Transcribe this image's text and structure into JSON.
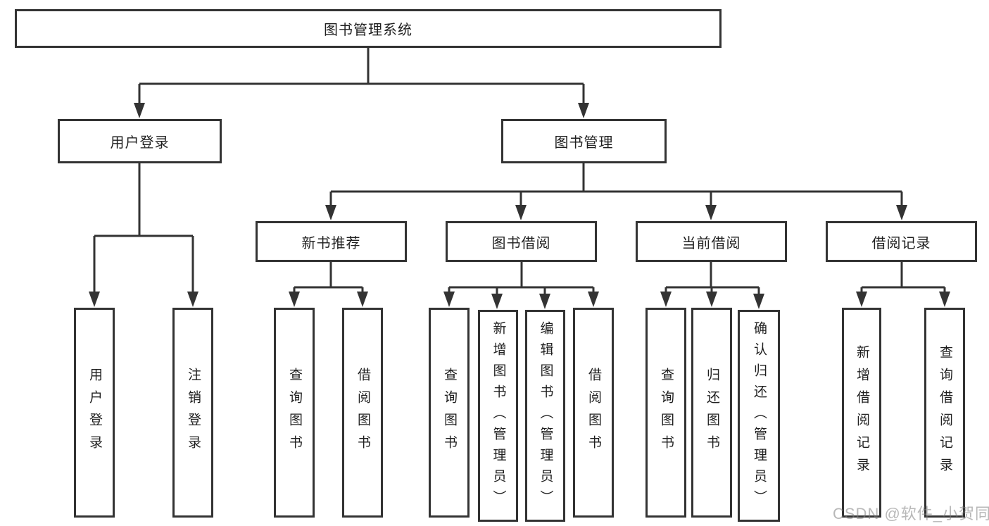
{
  "diagram": {
    "root": {
      "label": "图书管理系统"
    },
    "level2": [
      {
        "label": "用户登录"
      },
      {
        "label": "图书管理"
      }
    ],
    "level3": [
      {
        "label": "新书推荐"
      },
      {
        "label": "图书借阅"
      },
      {
        "label": "当前借阅"
      },
      {
        "label": "借阅记录"
      }
    ],
    "leaves": [
      {
        "label": "用户登录"
      },
      {
        "label": "注销登录"
      },
      {
        "label": "查询图书"
      },
      {
        "label": "借阅图书"
      },
      {
        "label": "查询图书"
      },
      {
        "label": "新增图书（管理员）"
      },
      {
        "label": "编辑图书（管理员）"
      },
      {
        "label": "借阅图书"
      },
      {
        "label": "查询图书"
      },
      {
        "label": "归还图书"
      },
      {
        "label": "确认归还（管理员）"
      },
      {
        "label": "新增借阅记录"
      },
      {
        "label": "查询借阅记录"
      }
    ],
    "colors": {
      "line": "#333333",
      "text": "#1f1f1f",
      "background": "#ffffff",
      "watermark_gray": "#7d7d7d"
    }
  },
  "watermark": {
    "text": "CSDN @软件_小贺同学"
  }
}
